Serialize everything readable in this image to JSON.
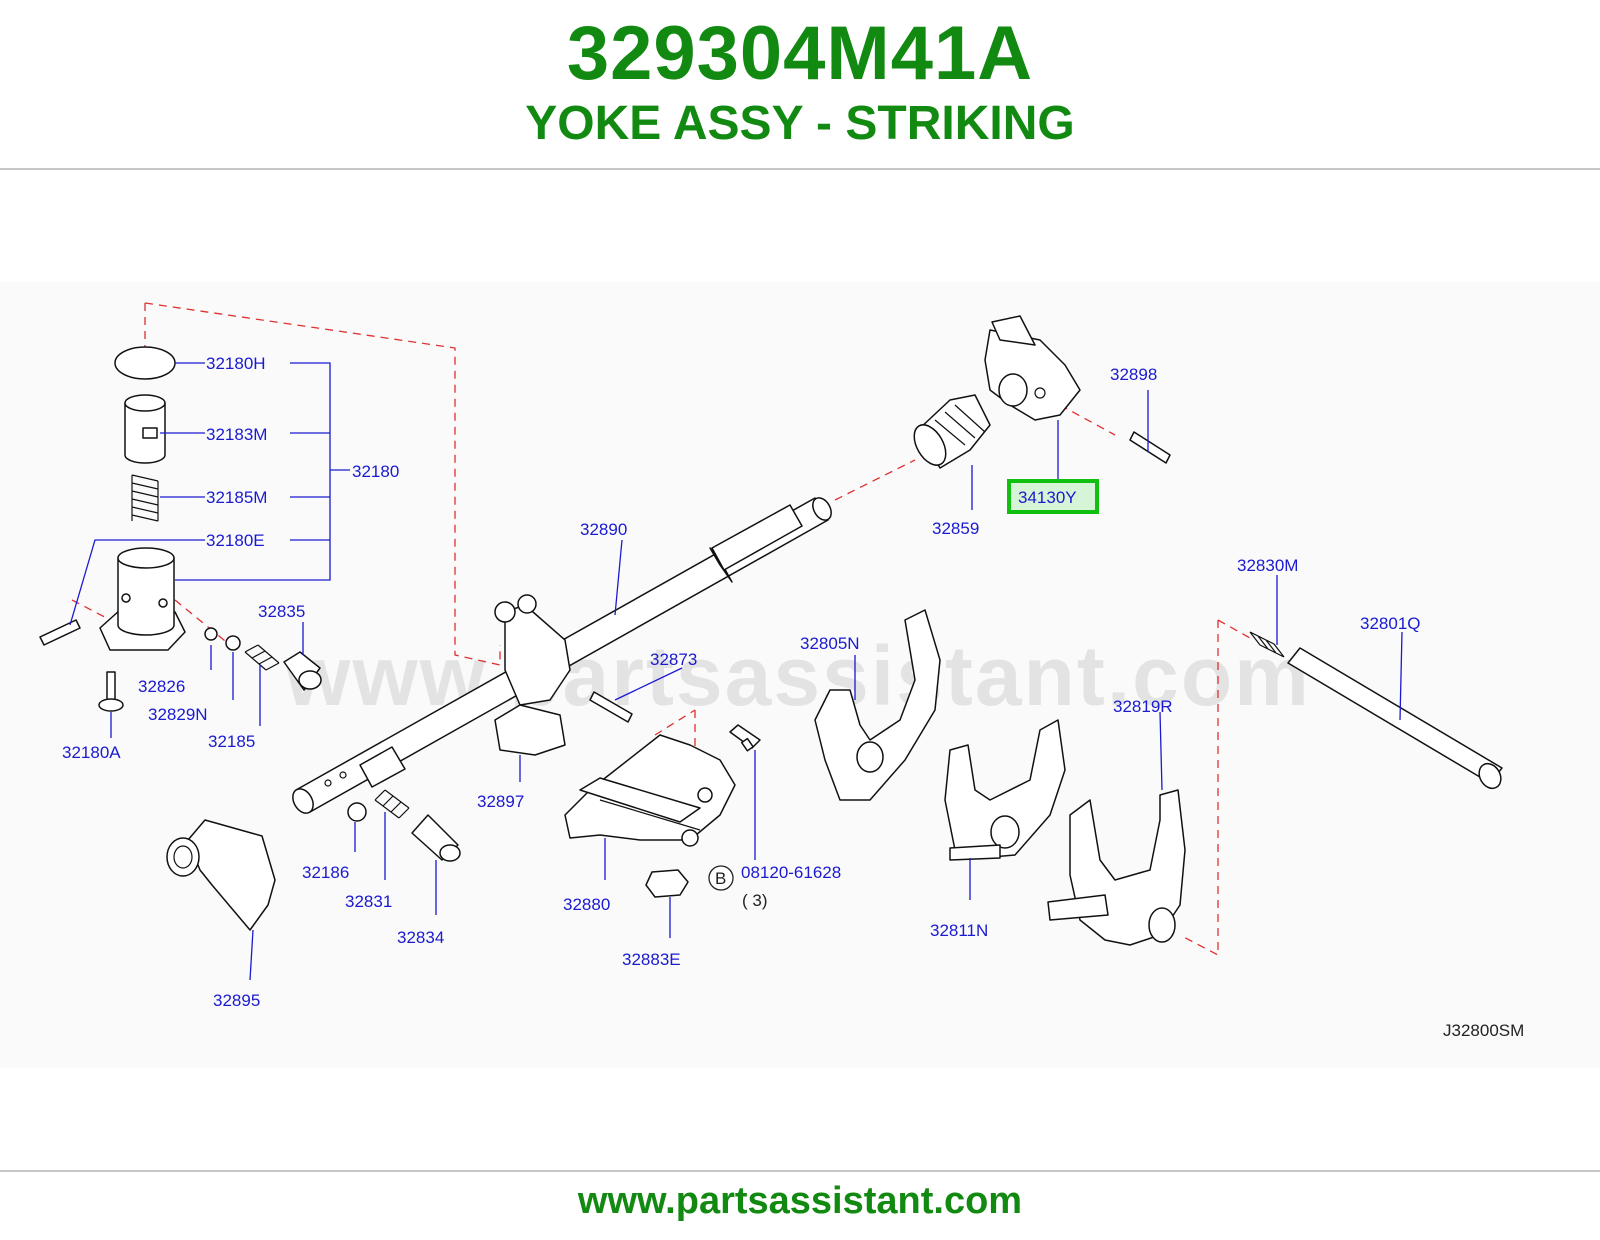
{
  "header": {
    "part_number": "329304M41A",
    "part_name": "YOKE ASSY - STRIKING"
  },
  "diagram": {
    "watermark": "www.partsassistant.com",
    "reference_code": "J32800SM",
    "highlighted_part": "34130Y",
    "bolt_marker": "B",
    "bolt_quantity": "( 3)",
    "callouts": {
      "c_32180H": "32180H",
      "c_32183M": "32183M",
      "c_32185M": "32185M",
      "c_32180E": "32180E",
      "c_32180": "32180",
      "c_32835": "32835",
      "c_32826": "32826",
      "c_32829N": "32829N",
      "c_32185": "32185",
      "c_32180A": "32180A",
      "c_32890": "32890",
      "c_32873": "32873",
      "c_32897": "32897",
      "c_32186": "32186",
      "c_32831": "32831",
      "c_32834": "32834",
      "c_32895": "32895",
      "c_32880": "32880",
      "c_32883E": "32883E",
      "c_08120_61628": "08120-61628",
      "c_32859": "32859",
      "c_32898": "32898",
      "c_34130Y": "34130Y",
      "c_32805N": "32805N",
      "c_32811N": "32811N",
      "c_32819R": "32819R",
      "c_32830M": "32830M",
      "c_32801Q": "32801Q"
    }
  },
  "colors": {
    "title_green": "#128a12",
    "callout_blue": "#1a1ad0",
    "dashed_red": "#e03030",
    "highlight_border": "#10c010"
  },
  "footer": {
    "url": "www.partsassistant.com"
  }
}
